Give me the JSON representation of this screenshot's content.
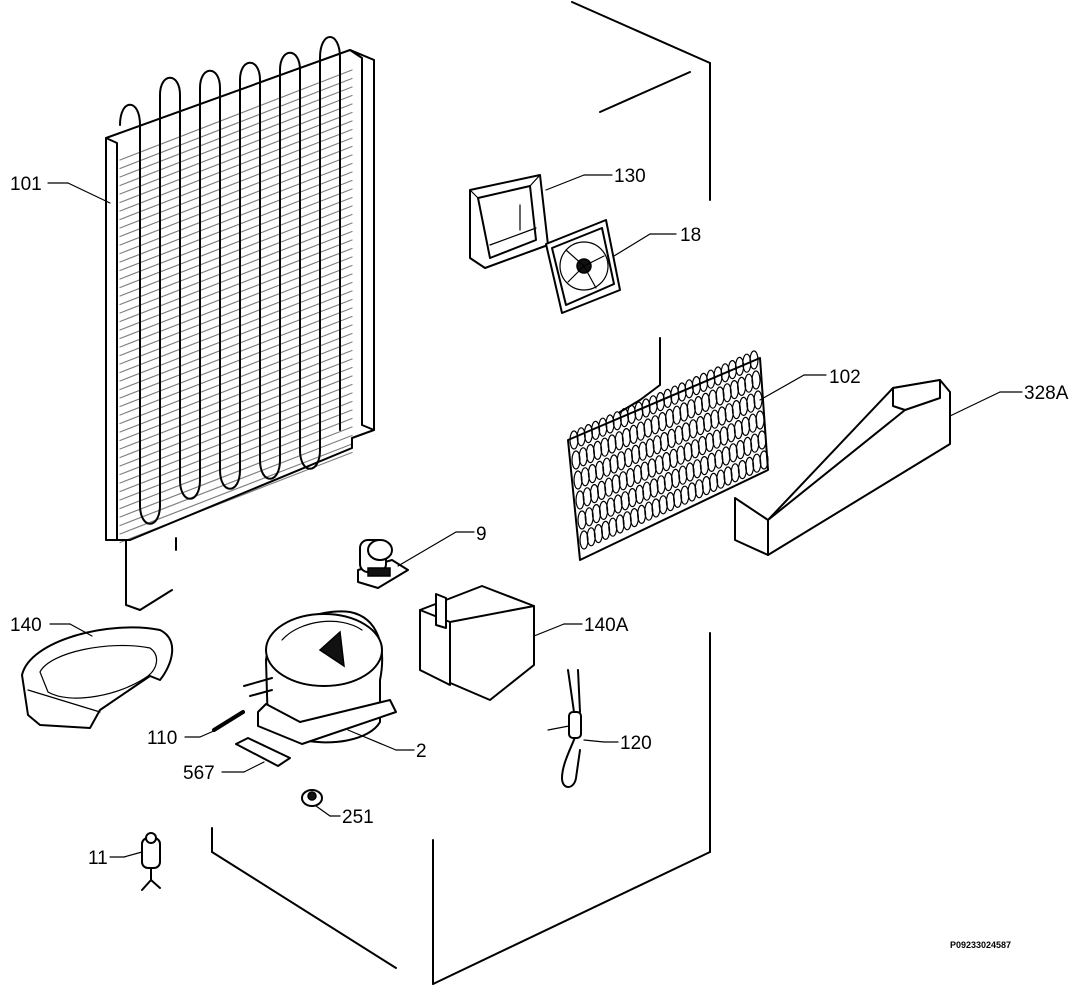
{
  "parts": [
    {
      "id": "p101",
      "label": "101",
      "icon": "condenser-icon"
    },
    {
      "id": "p130",
      "label": "130",
      "icon": "fan-housing-icon"
    },
    {
      "id": "p18",
      "label": "18",
      "icon": "fan-icon"
    },
    {
      "id": "p102",
      "label": "102",
      "icon": "evaporator-icon"
    },
    {
      "id": "p328a",
      "label": "328A",
      "icon": "cover-strip-icon"
    },
    {
      "id": "p9",
      "label": "9",
      "icon": "clamp-icon"
    },
    {
      "id": "p140",
      "label": "140",
      "icon": "drip-tray-icon"
    },
    {
      "id": "p140a",
      "label": "140A",
      "icon": "relay-cover-icon"
    },
    {
      "id": "p110",
      "label": "110",
      "icon": "pin-icon"
    },
    {
      "id": "p2",
      "label": "2",
      "icon": "compressor-icon"
    },
    {
      "id": "p567",
      "label": "567",
      "icon": "plate-icon"
    },
    {
      "id": "p120",
      "label": "120",
      "icon": "cable-icon"
    },
    {
      "id": "p251",
      "label": "251",
      "icon": "grommet-icon"
    },
    {
      "id": "p11",
      "label": "11",
      "icon": "drier-icon"
    }
  ],
  "drawing_reference": "P09233024587"
}
